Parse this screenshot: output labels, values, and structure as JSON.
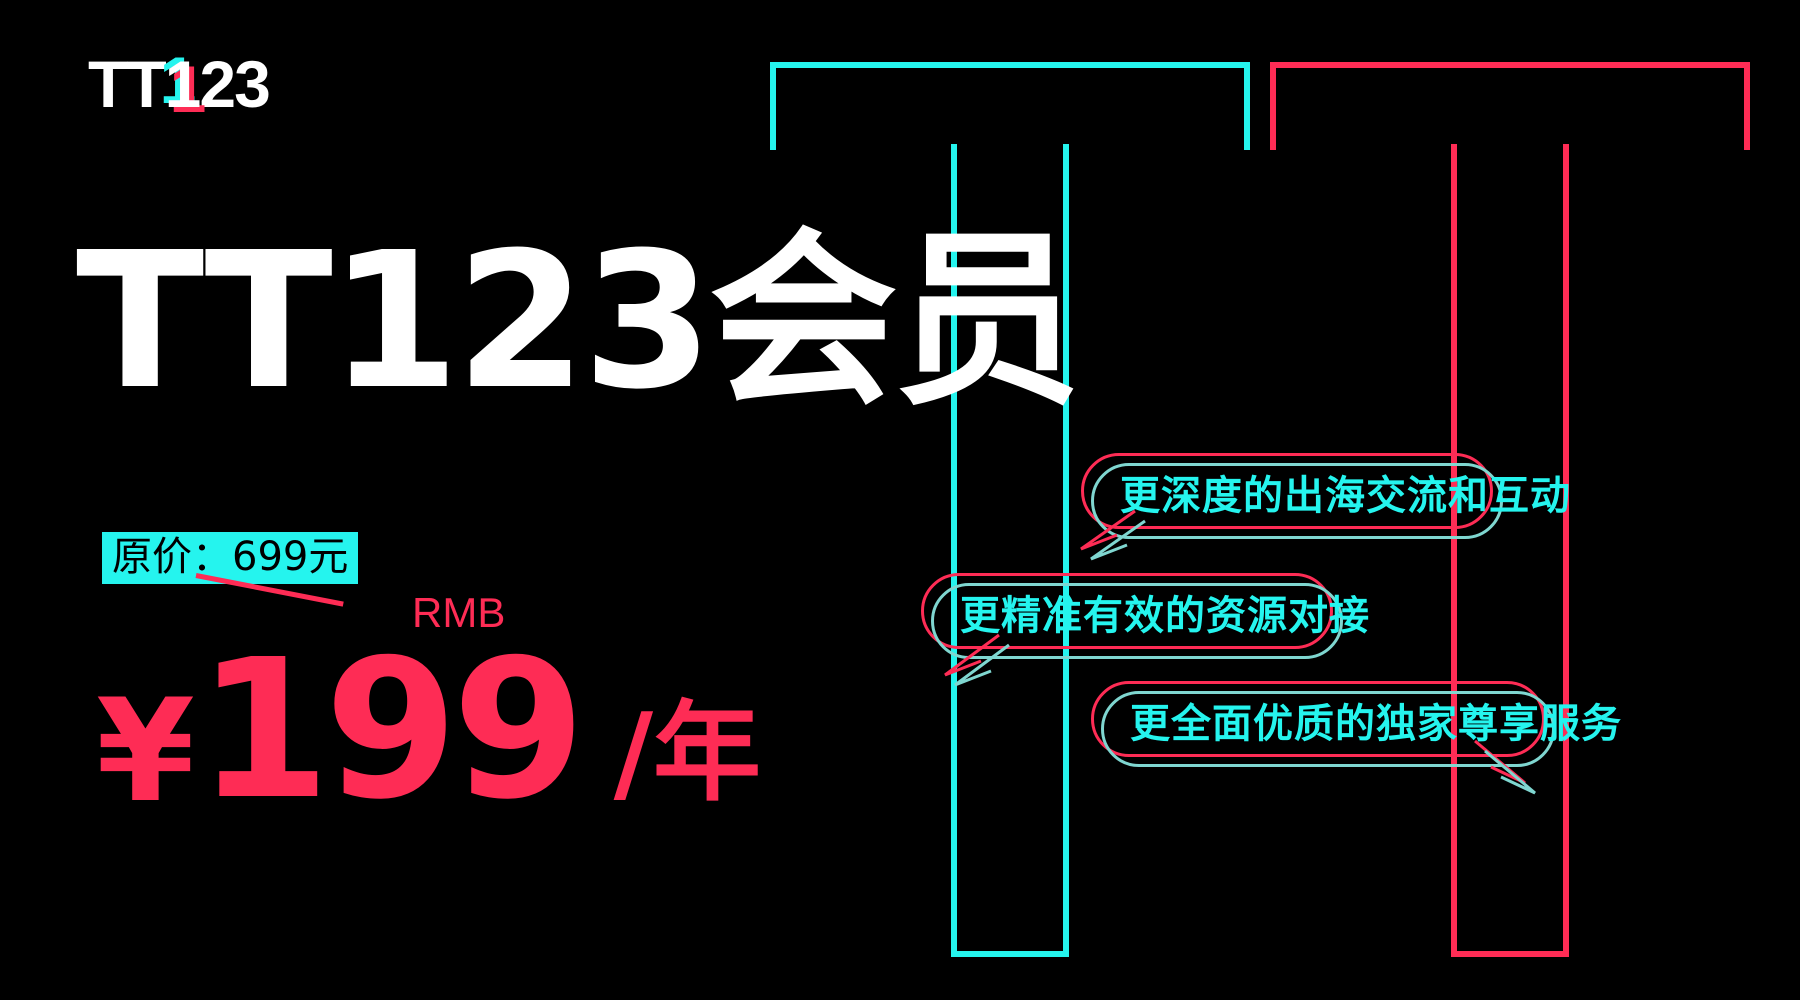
{
  "brand": {
    "logo_prefix": "TT",
    "logo_glitch_char": "1",
    "logo_suffix": "23",
    "logo_full": "TT123"
  },
  "headline": {
    "text": "TT123会员"
  },
  "pricing": {
    "original_label": "原价：699元",
    "original_value": "699",
    "original_currency_suffix": "元",
    "currency_note": "RMB",
    "currency_symbol": "¥",
    "amount": "199",
    "period": "/年",
    "strikethrough": true
  },
  "benefits": [
    {
      "text": "更深度的出海交流和互动"
    },
    {
      "text": "更精准有效的资源对接"
    },
    {
      "text": "更全面优质的独家尊享服务"
    }
  ],
  "decor": {
    "left_letter": "T",
    "right_letter": "T"
  },
  "colors": {
    "background": "#000000",
    "cyan": "#25f4ee",
    "pink": "#fe2c55",
    "white": "#ffffff",
    "bubble_cyan_edge": "#7fd6d0"
  }
}
